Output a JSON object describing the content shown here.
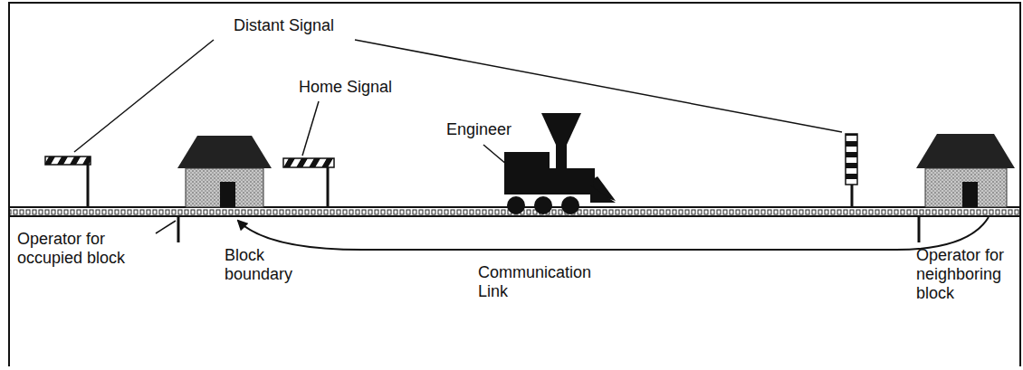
{
  "diagram": {
    "labels": [
      "Distant Signal",
      "Home Signal",
      "Engineer",
      "Operator for occupied block",
      "Block boundary",
      "Communication Link",
      "Operator for neighboring block"
    ]
  }
}
